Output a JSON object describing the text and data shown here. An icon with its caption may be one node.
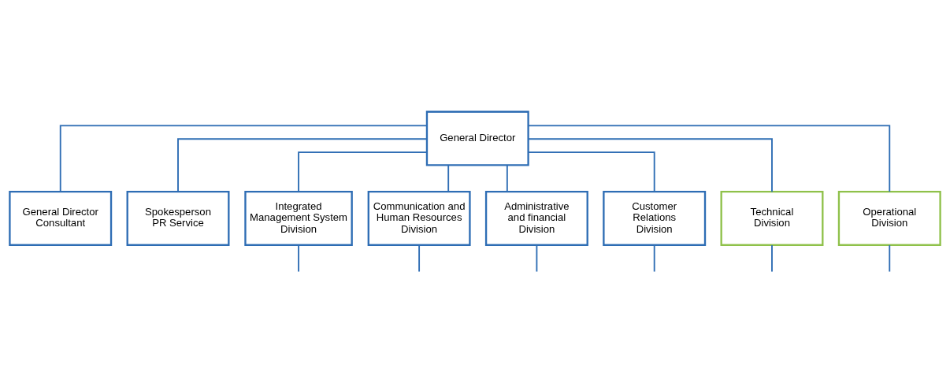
{
  "diagram": {
    "nodes": [
      {
        "text": [
          "General Director"
        ]
      },
      {
        "text": [
          "General Director Consultant"
        ]
      },
      {
        "text": [
          "Spokesperson PR Service"
        ]
      },
      {
        "text": [
          "Integrated Management System Division"
        ]
      },
      {
        "text": [
          "Communication and Human Resources Division"
        ]
      },
      {
        "text": [
          "Administrative and financial Division"
        ]
      },
      {
        "text": [
          "Customer Relations Division"
        ]
      },
      {
        "text": [
          "Technical Division"
        ]
      },
      {
        "text": [
          "Operational Division"
        ]
      }
    ],
    "edges": [
      {
        "from": 0,
        "to": 1,
        "arrow": "none"
      },
      {
        "from": 0,
        "to": 2,
        "arrow": "none"
      },
      {
        "from": 0,
        "to": 3,
        "arrow": "none"
      },
      {
        "from": 0,
        "to": 4,
        "arrow": "none"
      },
      {
        "from": 0,
        "to": 5,
        "arrow": "none"
      },
      {
        "from": 0,
        "to": 6,
        "arrow": "none"
      },
      {
        "from": 0,
        "to": 7,
        "arrow": "none"
      },
      {
        "from": 0,
        "to": 8,
        "arrow": "none"
      },
      {
        "from": 3,
        "to": null,
        "arrow": "none"
      },
      {
        "from": 4,
        "to": null,
        "arrow": "none"
      },
      {
        "from": 5,
        "to": null,
        "arrow": "none"
      },
      {
        "from": 6,
        "to": null,
        "arrow": "none"
      },
      {
        "from": 7,
        "to": null,
        "arrow": "none"
      },
      {
        "from": 8,
        "to": null,
        "arrow": "none"
      }
    ]
  }
}
